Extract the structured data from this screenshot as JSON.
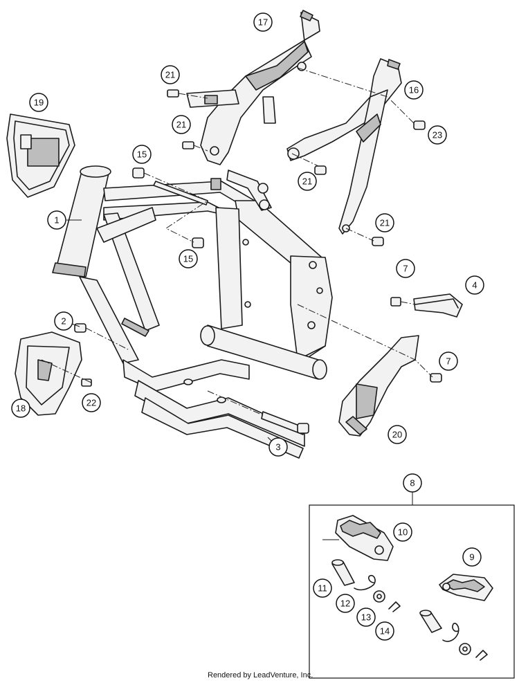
{
  "callouts": {
    "c1": "1",
    "c2": "2",
    "c3": "3",
    "c4": "4",
    "c7a": "7",
    "c7b": "7",
    "c8": "8",
    "c9": "9",
    "c10": "10",
    "c11": "11",
    "c12": "12",
    "c13": "13",
    "c14": "14",
    "c15a": "15",
    "c15b": "15",
    "c16": "16",
    "c17": "17",
    "c18": "18",
    "c19": "19",
    "c20": "20",
    "c21a": "21",
    "c21b": "21",
    "c21c": "21",
    "c21d": "21",
    "c22": "22",
    "c23": "23"
  },
  "footer": "Rendered by LeadVenture, Inc."
}
